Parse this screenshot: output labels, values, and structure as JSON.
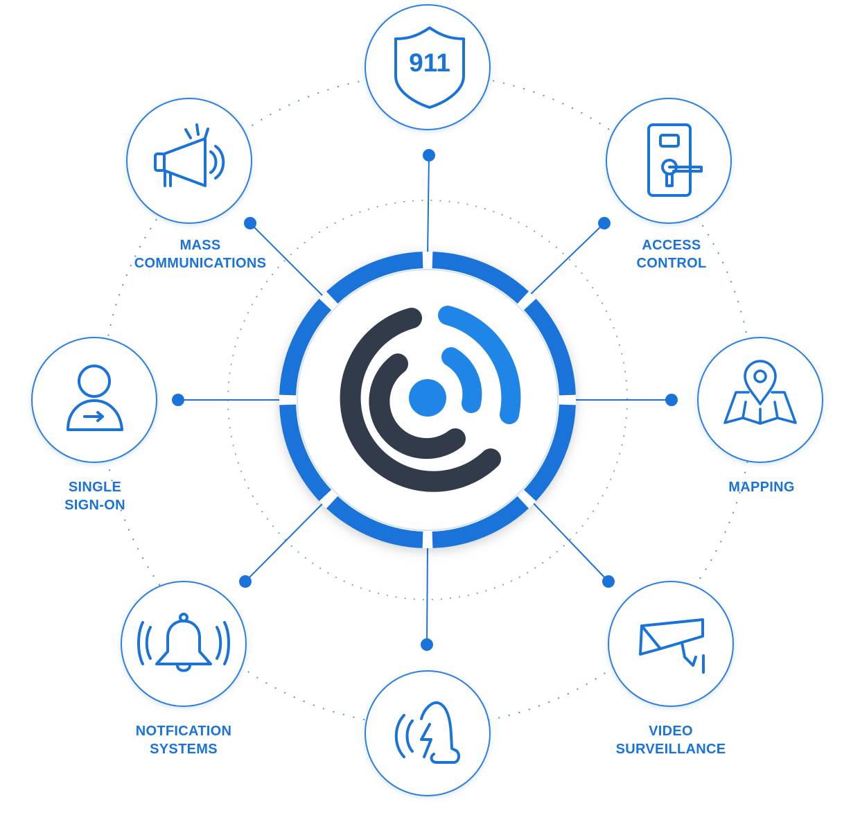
{
  "colors": {
    "accent": "#1a73d9",
    "accent_light": "#1f86e8",
    "dark": "#323b4a",
    "node_border": "#2a7fe0",
    "dotted": "#5a8fd6"
  },
  "center": {
    "logo_icon": "ring-signal-logo-icon"
  },
  "nodes": [
    {
      "id": "911",
      "icon": "shield-911-icon",
      "badge_text": "911",
      "label_lines": []
    },
    {
      "id": "access-control",
      "icon": "door-lock-icon",
      "label_lines": [
        "ACCESS",
        "CONTROL"
      ]
    },
    {
      "id": "mapping",
      "icon": "map-pin-icon",
      "label_lines": [
        "MAPPING"
      ]
    },
    {
      "id": "video-surveillance",
      "icon": "security-camera-icon",
      "label_lines": [
        "VIDEO",
        "SURVEILLANCE"
      ]
    },
    {
      "id": "panic",
      "icon": "panic-button-icon",
      "label_lines": []
    },
    {
      "id": "notification-systems",
      "icon": "bell-icon",
      "label_lines": [
        "NOTFICATION",
        "SYSTEMS"
      ]
    },
    {
      "id": "single-sign-on",
      "icon": "user-sign-in-icon",
      "label_lines": [
        "SINGLE",
        "SIGN-ON"
      ]
    },
    {
      "id": "mass-communications",
      "icon": "megaphone-icon",
      "label_lines": [
        "MASS",
        "COMMUNICATIONS"
      ]
    }
  ]
}
